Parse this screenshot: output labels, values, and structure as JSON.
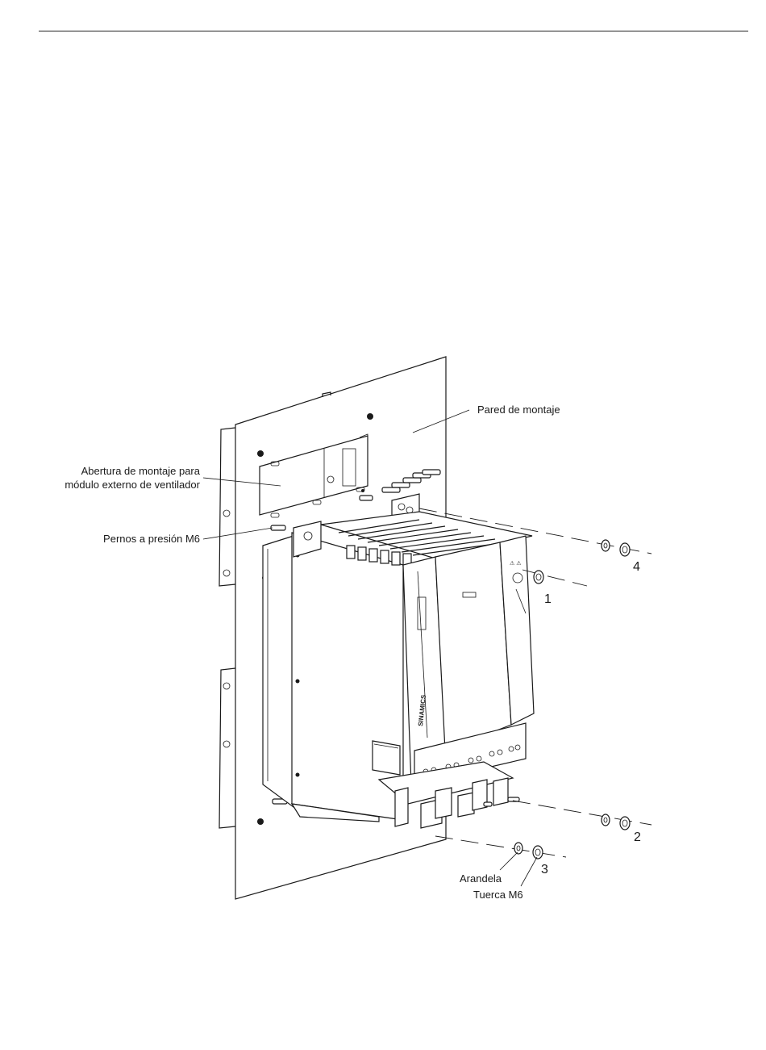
{
  "labels": {
    "mounting_wall": "Pared de montaje",
    "fan_opening_line1": "Abertura de montaje para",
    "fan_opening_line2": "módulo externo de ventilador",
    "press_bolts": "Pernos a presión M6",
    "washer": "Arandela",
    "nut": "Tuerca M6"
  },
  "callouts": {
    "c1": "1",
    "c2": "2",
    "c3": "3",
    "c4": "4"
  },
  "device": {
    "brand_text": "SINAMICS"
  }
}
